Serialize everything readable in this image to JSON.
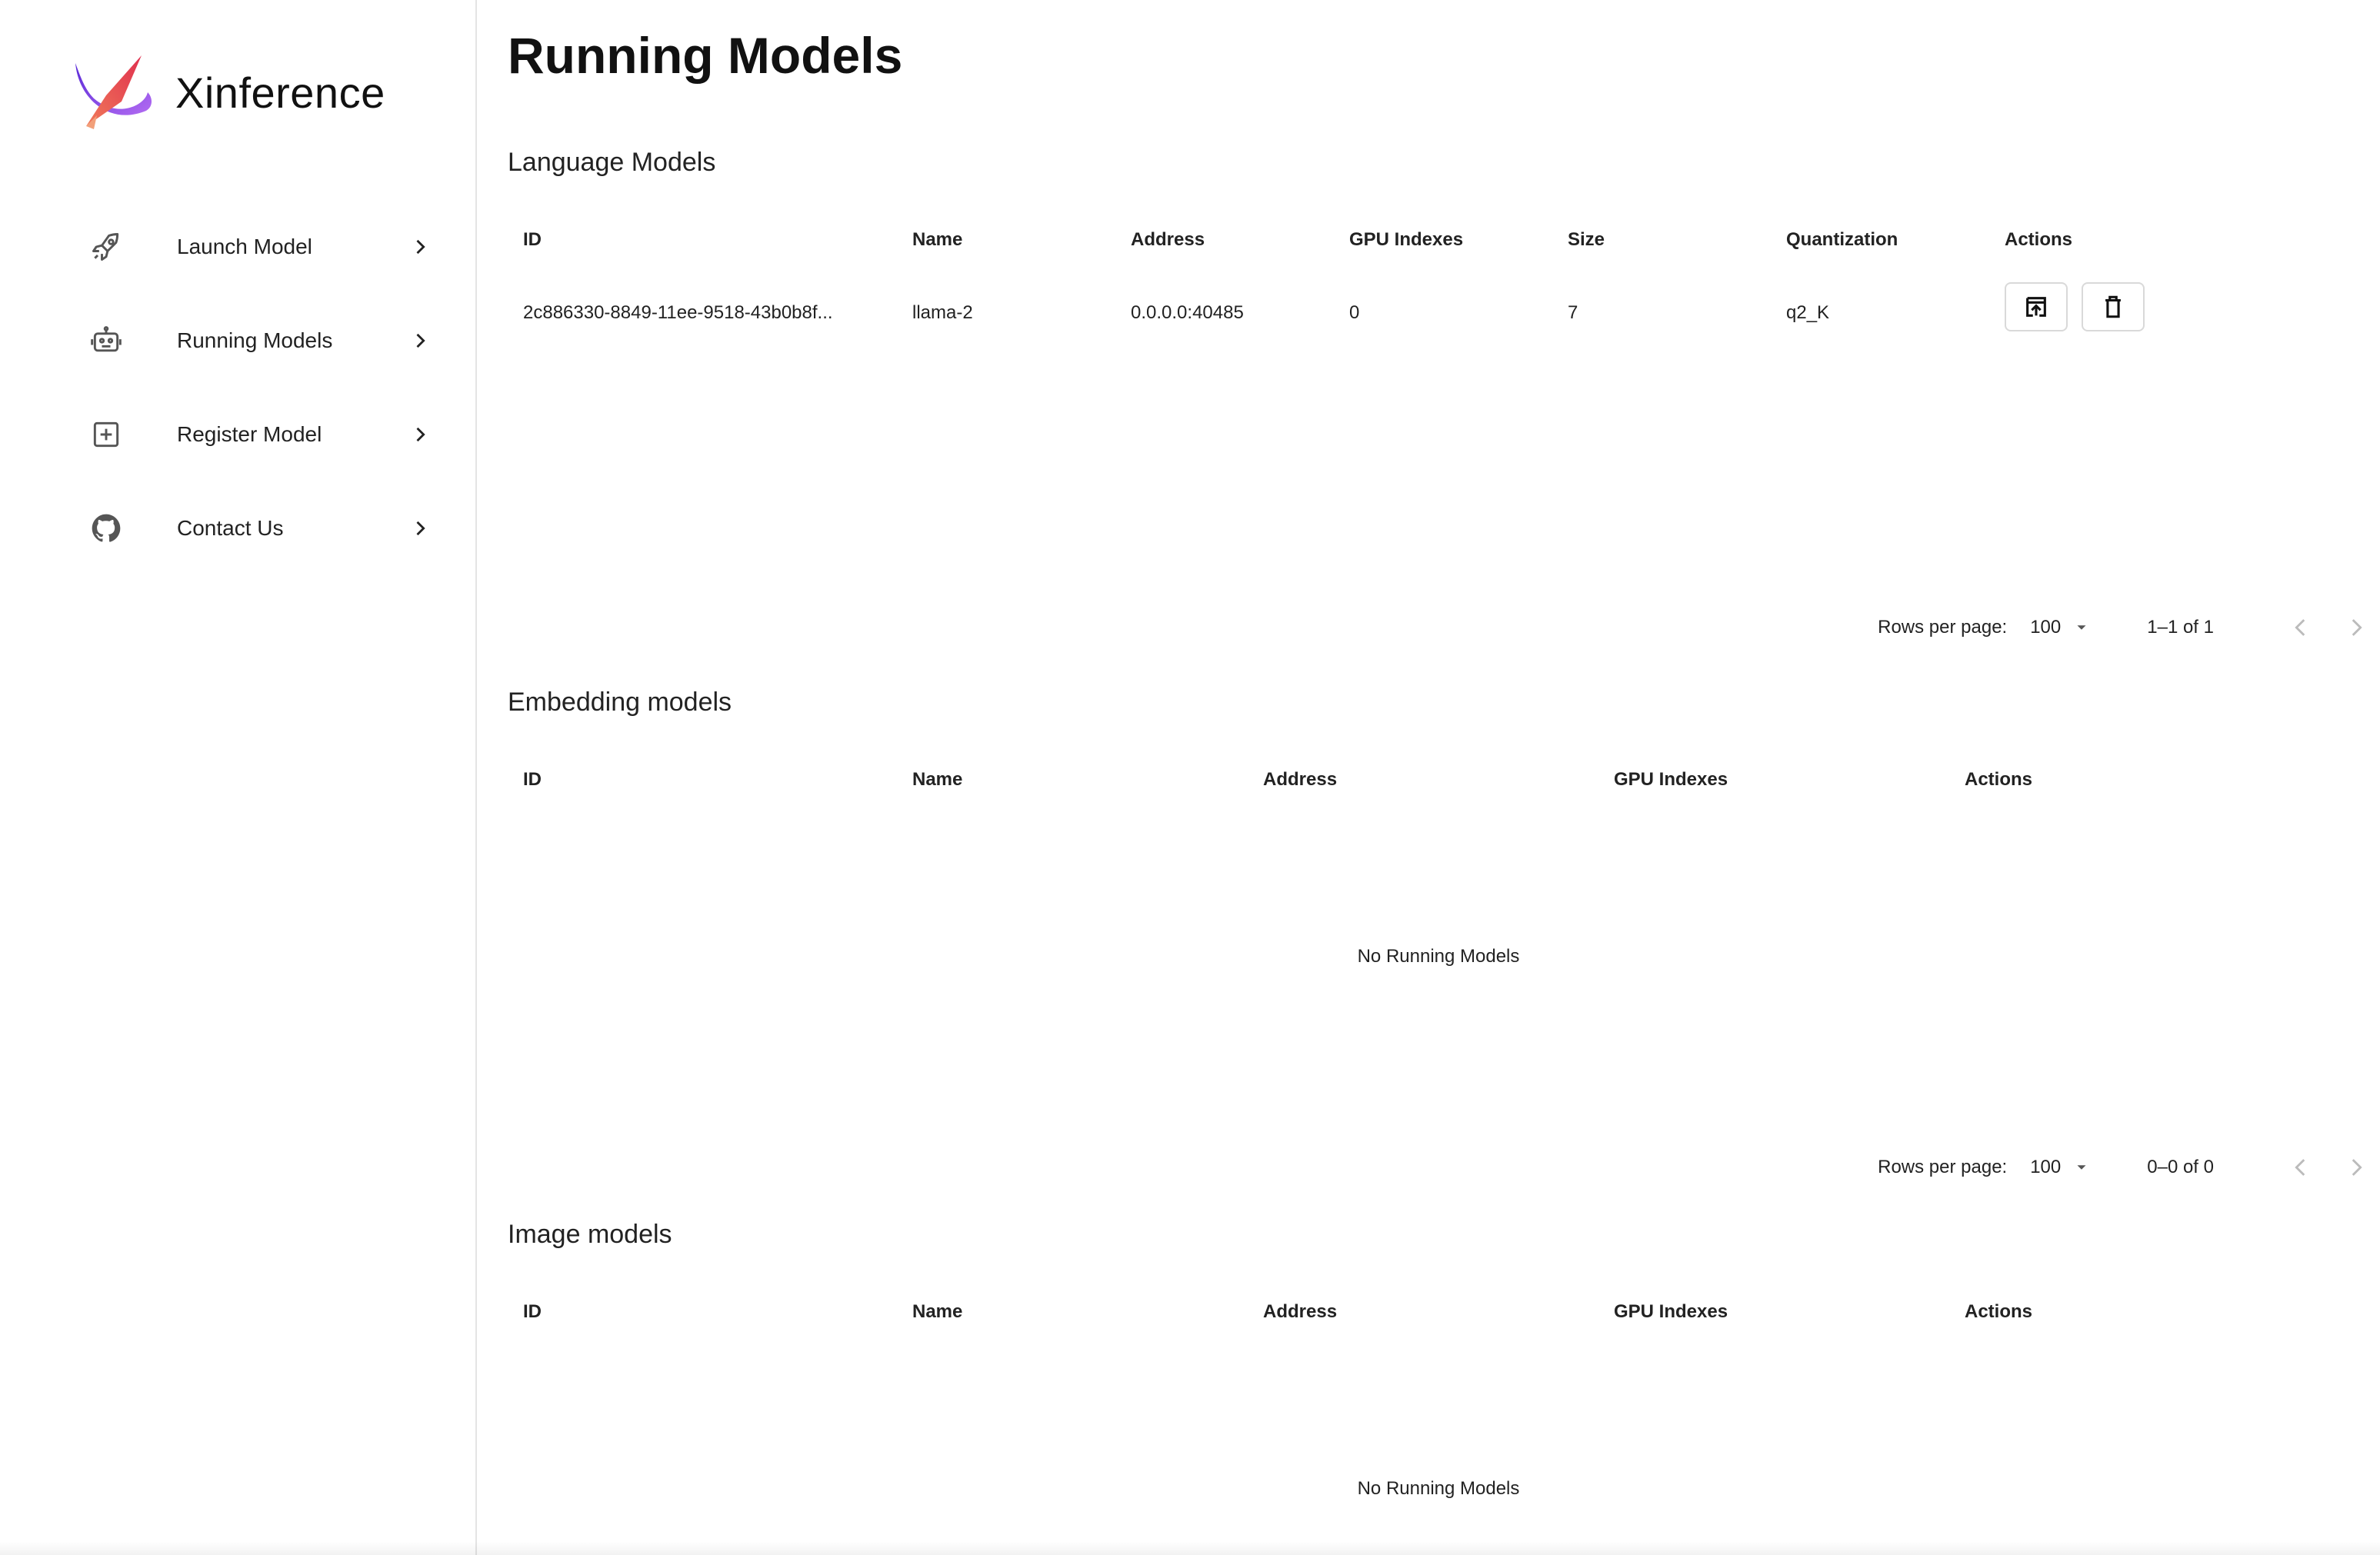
{
  "brand": {
    "name": "Xinference"
  },
  "sidebar": {
    "items": [
      {
        "label": "Launch Model",
        "icon": "rocket-icon"
      },
      {
        "label": "Running Models",
        "icon": "robot-icon"
      },
      {
        "label": "Register Model",
        "icon": "plus-square-icon"
      },
      {
        "label": "Contact Us",
        "icon": "github-icon"
      }
    ]
  },
  "page": {
    "title": "Running Models"
  },
  "language": {
    "title": "Language Models",
    "columns": [
      "ID",
      "Name",
      "Address",
      "GPU Indexes",
      "Size",
      "Quantization",
      "Actions"
    ],
    "rows": [
      {
        "id": "2c886330-8849-11ee-9518-43b0b8f...",
        "name": "llama-2",
        "address": "0.0.0.0:40485",
        "gpu": "0",
        "size": "7",
        "quant": "q2_K"
      }
    ],
    "pager": {
      "label": "Rows per page:",
      "rows": "100",
      "count": "1–1 of 1"
    }
  },
  "embedding": {
    "title": "Embedding models",
    "columns": [
      "ID",
      "Name",
      "Address",
      "GPU Indexes",
      "Actions"
    ],
    "empty": "No Running Models",
    "pager": {
      "label": "Rows per page:",
      "rows": "100",
      "count": "0–0 of 0"
    }
  },
  "image": {
    "title": "Image models",
    "columns": [
      "ID",
      "Name",
      "Address",
      "GPU Indexes",
      "Actions"
    ],
    "empty": "No Running Models"
  },
  "colors": {
    "accent": "#7b3fe4",
    "brand_red": "#e8505b"
  }
}
